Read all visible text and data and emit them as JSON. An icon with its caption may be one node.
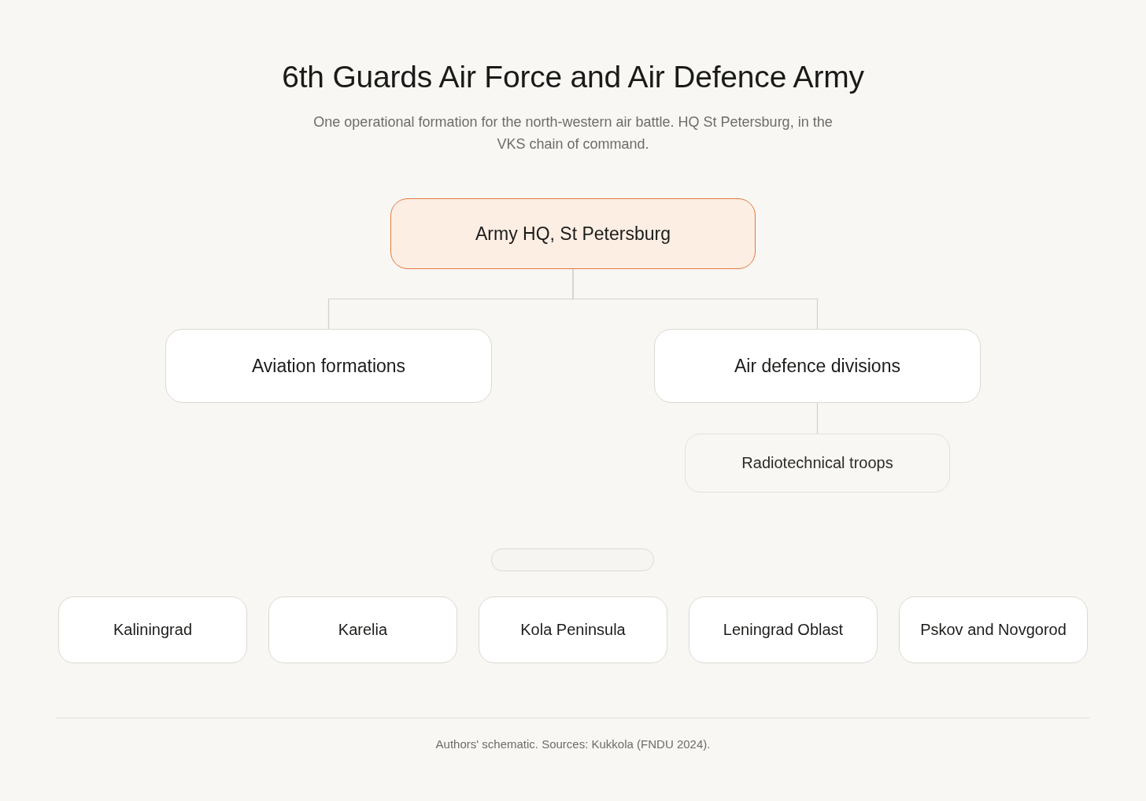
{
  "diagram": {
    "title": "6th Guards Air Force and Air Defence Army",
    "caption": "One operational formation for the north-western air battle. HQ St Petersburg, in the VKS chain of command.",
    "nodes": [
      {
        "text": [
          "Army HQ, St Petersburg"
        ]
      },
      {
        "text": [
          "Aviation formations"
        ]
      },
      {
        "text": [
          "Air defence divisions"
        ]
      },
      {
        "text": [
          "Radiotechnical troops"
        ]
      },
      {
        "text": [],
        "shape": "box"
      },
      {
        "text": [
          "Kaliningrad"
        ]
      },
      {
        "text": [
          "Karelia"
        ]
      },
      {
        "text": [
          "Kola Peninsula"
        ]
      },
      {
        "text": [
          "Leningrad Oblast"
        ]
      },
      {
        "text": [
          "Pskov and Novgorod"
        ]
      }
    ],
    "edges": [
      {
        "from": 0,
        "to": 1,
        "arrow": "none"
      },
      {
        "from": 0,
        "to": 2,
        "arrow": "none"
      },
      {
        "from": 2,
        "to": 3,
        "arrow": "none"
      }
    ],
    "labels": [
      "Authors' schematic. Sources: Kukkola (FNDU 2024)."
    ]
  }
}
